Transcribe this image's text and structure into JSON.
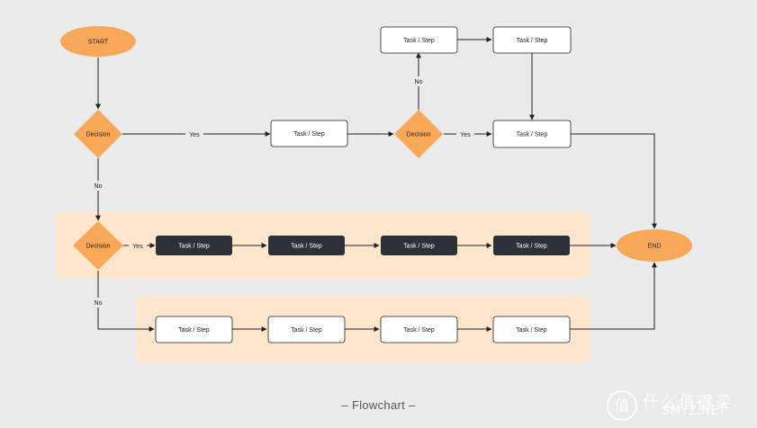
{
  "colors": {
    "background": "#ebebeb",
    "terminal_fill": "#f9a85a",
    "decision_fill": "#f9a85a",
    "swimlane_fill": "#fde6cc",
    "task_light_fill": "#ffffff",
    "task_dark_fill": "#2c3038",
    "line": "#222222"
  },
  "nodes": {
    "start": "START",
    "end": "END",
    "decision_1": "Decision",
    "decision_2": "Decision",
    "decision_3": "Decision",
    "task_top_mid": "Task / Step",
    "task_upper_left": "Task / Step",
    "task_upper_right": "Task / Step",
    "task_mid_right": "Task / Step",
    "task_lane1_1": "Task / Step",
    "task_lane1_2": "Task / Step",
    "task_lane1_3": "Task / Step",
    "task_lane1_4": "Task / Step",
    "task_lane2_1": "Task / Step",
    "task_lane2_2": "Task / Step",
    "task_lane2_3": "Task / Step",
    "task_lane2_4": "Task / Step"
  },
  "edge_labels": {
    "yes_1": "Yes",
    "no_1": "No",
    "yes_2": "Yes",
    "no_2": "No",
    "yes_3": "Yes",
    "no_3": "No"
  },
  "caption": "– Flowchart –",
  "watermark": {
    "icon": "smzdm-logo-icon",
    "text_cn": "什么值得买",
    "text_en": "SMYZ.NET"
  }
}
